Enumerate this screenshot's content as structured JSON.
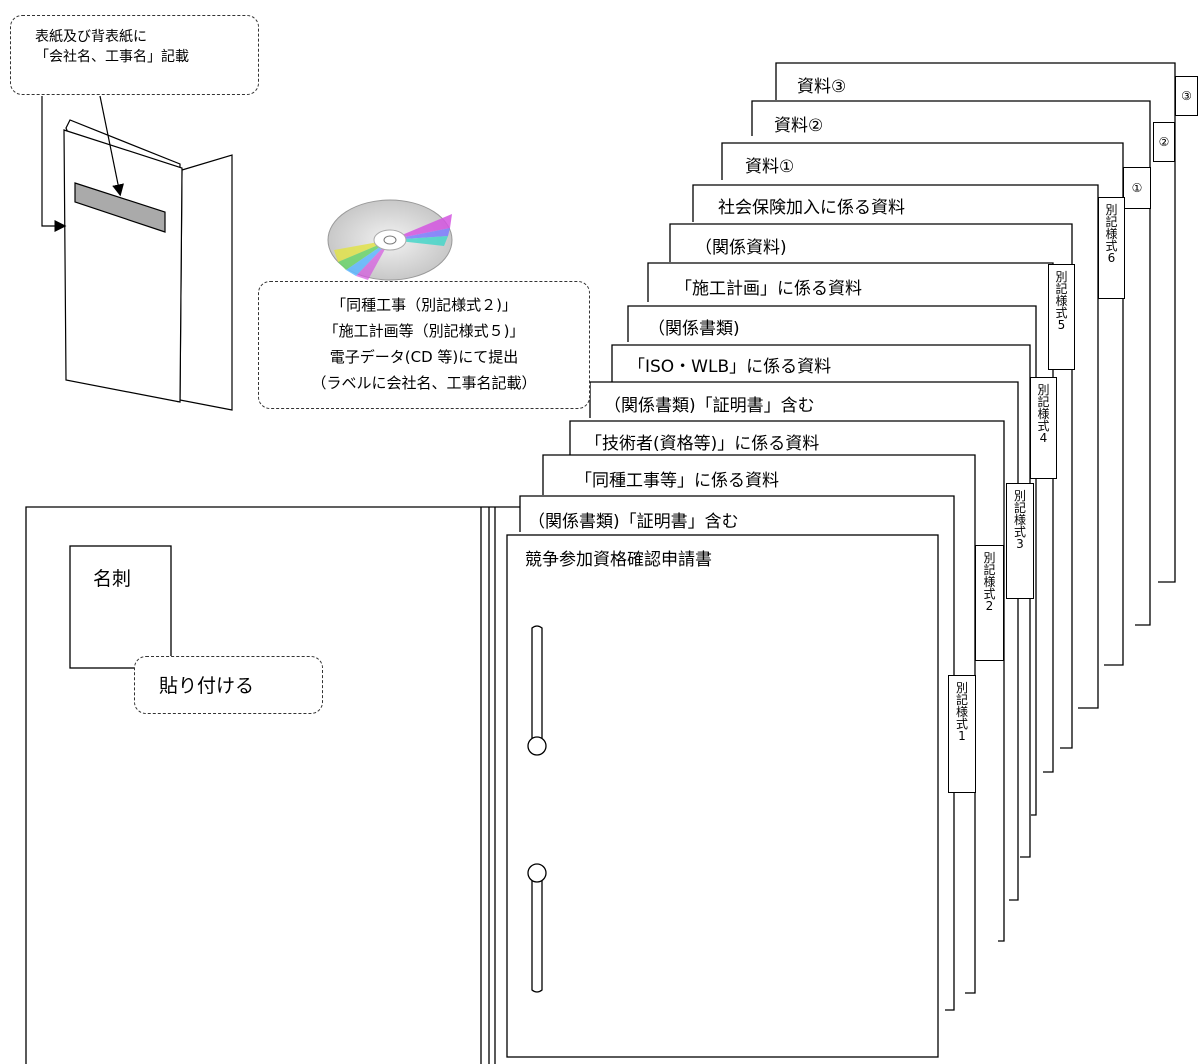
{
  "binder_note": {
    "line1": "表紙及び背表紙に",
    "line2": "「会社名、工事名」記載"
  },
  "cd_note": {
    "line1": "「同種工事（別記様式２)」",
    "line2": "「施工計画等（別記様式５)」",
    "line3": "電子データ(CD 等)にて提出",
    "line4": "（ラベルに会社名、工事名記載）"
  },
  "business_card": {
    "label": "名刺",
    "note": "貼り付ける"
  },
  "pages": {
    "p_shiryo3": "資料③",
    "p_shiryo2": "資料②",
    "p_shiryo1": "資料①",
    "p_shakai": "社会保険加入に係る資料",
    "p_kankei_shiryo": "（関係資料)",
    "p_sekou": "「施工計画」に係る資料",
    "p_kankei_shorui": "（関係書類)",
    "p_iso": "「ISO・WLB」に係る資料",
    "p_kankei_shoumei_1": "（関係書類)「証明書」含む",
    "p_gijutsu": "「技術者(資格等)」に係る資料",
    "p_doushu": "「同種工事等」に係る資料",
    "p_kankei_shoumei_2": "（関係書類)「証明書」含む",
    "cover": "競争参加資格確認申請書"
  },
  "tabs": {
    "t1": [
      "別",
      "記",
      "様",
      "式",
      "1"
    ],
    "t2": [
      "別",
      "記",
      "様",
      "式",
      "2"
    ],
    "t3": [
      "別",
      "記",
      "様",
      "式",
      "3"
    ],
    "t4": [
      "別",
      "記",
      "様",
      "式",
      "4"
    ],
    "t5": [
      "別",
      "記",
      "様",
      "式",
      "5"
    ],
    "t6": [
      "別",
      "記",
      "様",
      "式",
      "6"
    ],
    "c1": "①",
    "c2": "②",
    "c3": "③"
  }
}
